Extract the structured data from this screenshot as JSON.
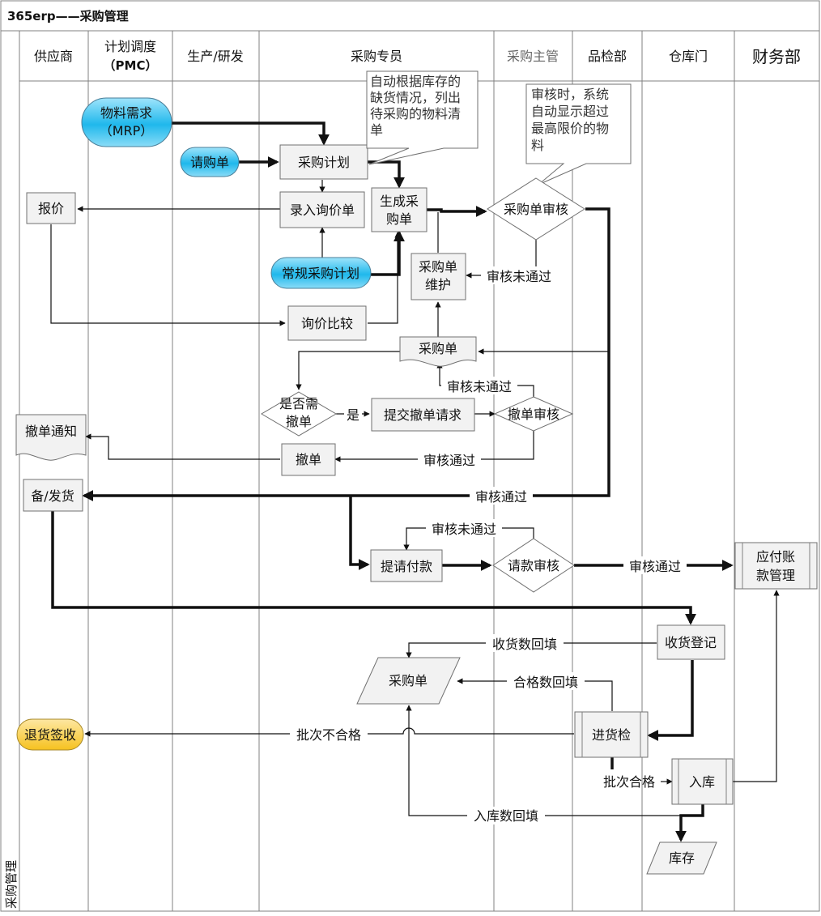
{
  "title": "365erp——采购管理",
  "side_label": "采购管理",
  "lanes": {
    "supplier": "供应商",
    "pmc_line1": "计划调度",
    "pmc_line2": "（PMC）",
    "production": "生产/研发",
    "buyer": "采购专员",
    "buy_manager": "采购主管",
    "qc": "品检部",
    "warehouse": "仓库门",
    "finance": "财务部"
  },
  "nodes": {
    "mrp_line1": "物料需求",
    "mrp_line2": "（MRP）",
    "request": "请购单",
    "plan": "采购计划",
    "inquiry": "录入询价单",
    "quote": "报价",
    "gen_po_line1": "生成采",
    "gen_po_line2": "购单",
    "po_review": "采购单审核",
    "regular_plan": "常规采购计划",
    "po_maint_line1": "采购单",
    "po_maint_line2": "维护",
    "compare": "询价比较",
    "po_doc": "采购单",
    "need_cancel_line1": "是否需",
    "need_cancel_line2": "撤单",
    "submit_cancel": "提交撤单请求",
    "cancel_review": "撤单审核",
    "cancel_notice": "撤单通知",
    "cancel": "撤单",
    "ship": "备/发货",
    "pay_request": "提请付款",
    "pay_review": "请款审核",
    "ap_line1": "应付账",
    "ap_line2": "款管理",
    "receive": "收货登记",
    "po_io": "采购单",
    "inspect": "进货检",
    "return": "退货签收",
    "stock_in": "入库",
    "inventory": "库存"
  },
  "notes": {
    "n1_l1": "自动根据库存的",
    "n1_l2": "缺货情况，列出",
    "n1_l3": "待采购的物料清",
    "n1_l4": "单",
    "n2_l1": "审核时，系统",
    "n2_l2": "自动显示超过",
    "n2_l3": "最高限价的物",
    "n2_l4": "料"
  },
  "labels": {
    "not_passed_1": "审核未通过",
    "not_passed_2": "审核未通过",
    "passed_1": "审核通过",
    "passed_2": "审核通过",
    "not_passed_3": "审核未通过",
    "passed_3": "审核通过",
    "yes": "是",
    "recv_back": "收货数回填",
    "qualified_back": "合格数回填",
    "batch_fail": "批次不合格",
    "batch_ok": "批次合格",
    "stockin_back": "入库数回填"
  },
  "colors": {
    "terminal_blue_top": "#9fe4fb",
    "terminal_blue_mid": "#1fb8ec",
    "terminal_blue_bottom": "#7fd8f6",
    "terminal_orange_top": "#fde6a0",
    "terminal_orange_bottom": "#f7c52b",
    "process_fill": "#f2f2f2",
    "border": "#707070"
  }
}
